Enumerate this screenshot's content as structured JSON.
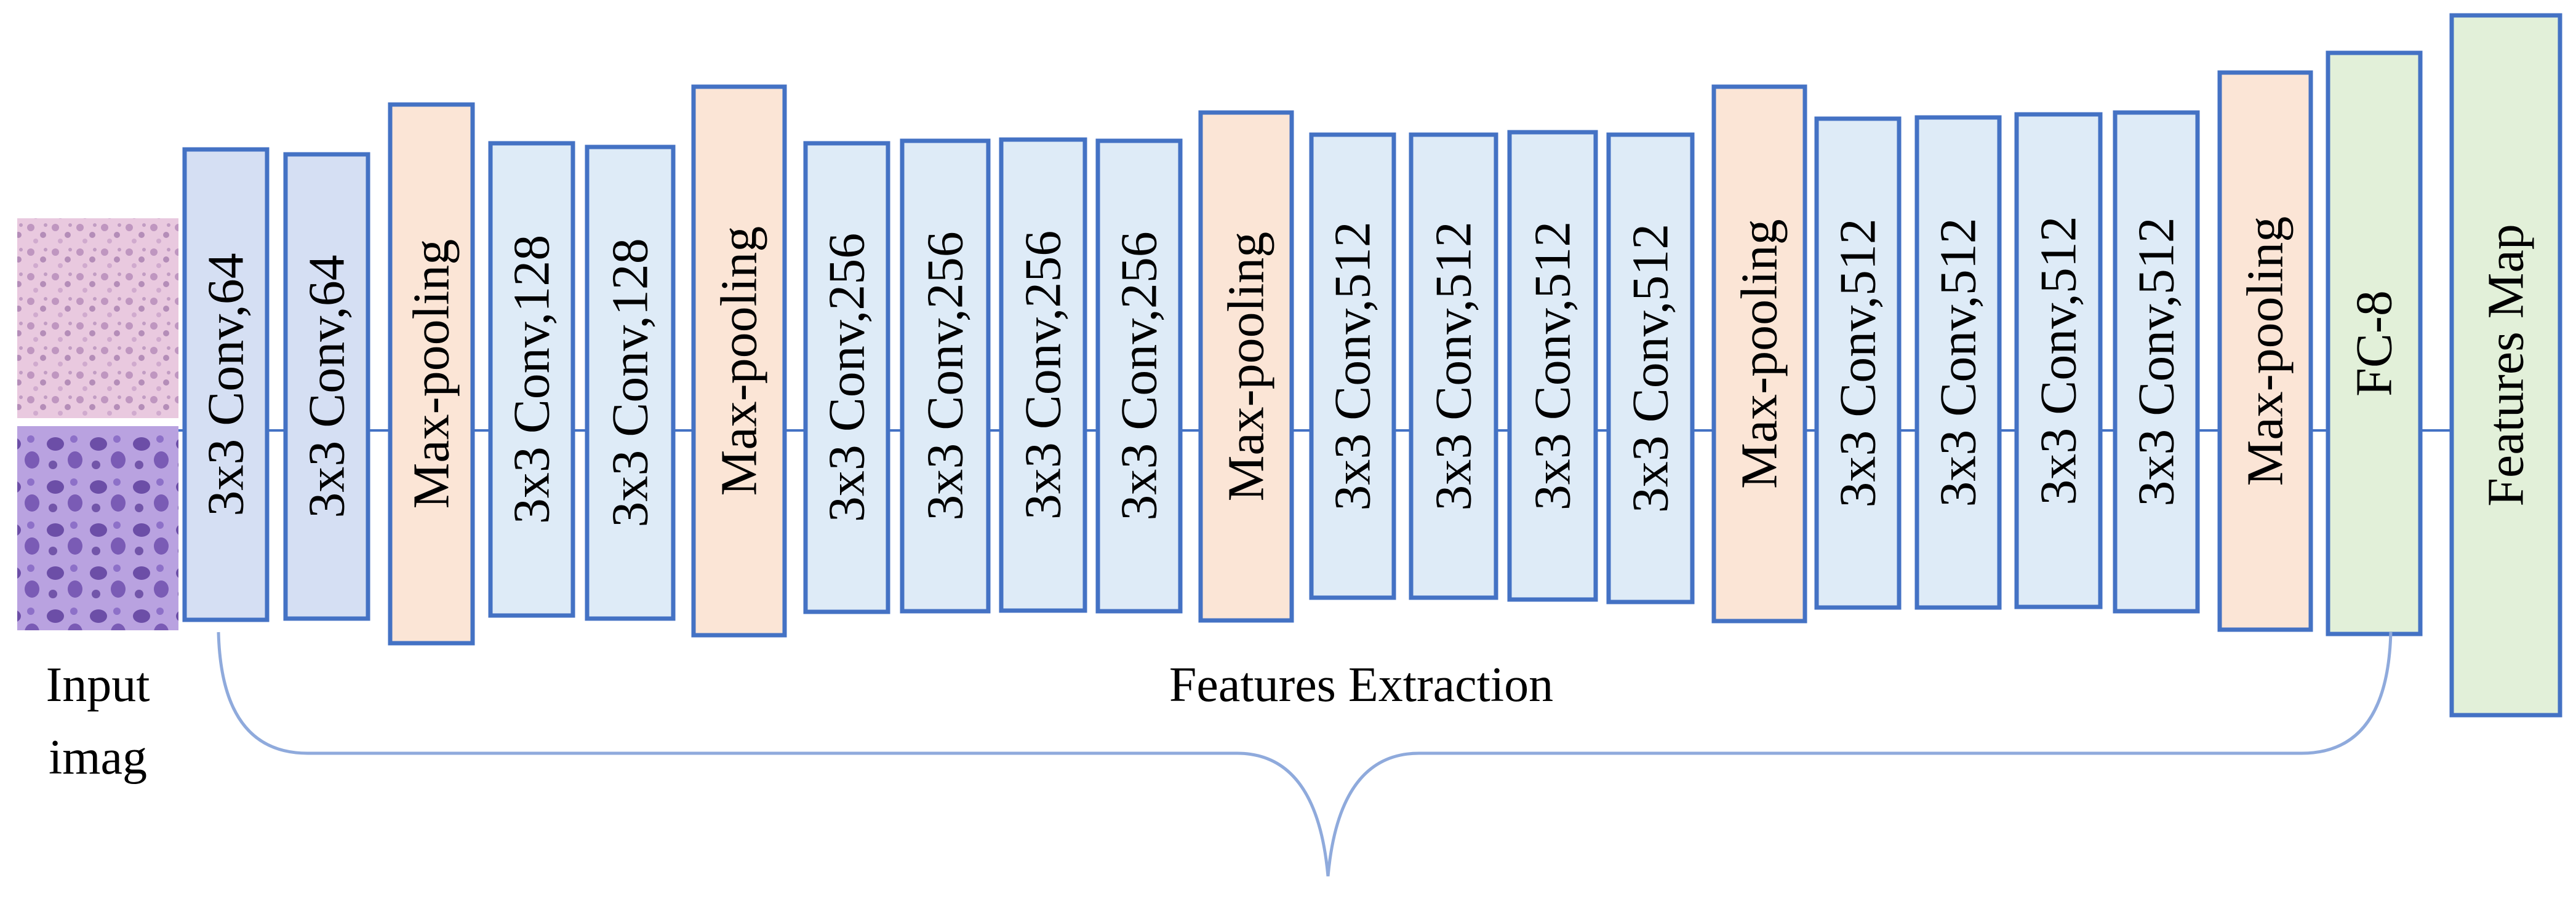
{
  "input": {
    "label_line1": "Input",
    "label_line2": "imag",
    "images": [
      "histology-tissue-image",
      "histology-cell-image"
    ]
  },
  "layers": [
    {
      "label": "3x3 Conv,64",
      "kind": "conv64"
    },
    {
      "label": "3x3 Conv,64",
      "kind": "conv64"
    },
    {
      "label": "Max-pooling",
      "kind": "pool"
    },
    {
      "label": "3x3 Conv,128",
      "kind": "conv"
    },
    {
      "label": "3x3 Conv,128",
      "kind": "conv"
    },
    {
      "label": "Max-pooling",
      "kind": "pool"
    },
    {
      "label": "3x3 Conv,256",
      "kind": "conv"
    },
    {
      "label": "3x3 Conv,256",
      "kind": "conv"
    },
    {
      "label": "3x3 Conv,256",
      "kind": "conv"
    },
    {
      "label": "3x3 Conv,256",
      "kind": "conv"
    },
    {
      "label": "Max-pooling",
      "kind": "pool"
    },
    {
      "label": "3x3 Conv,512",
      "kind": "conv"
    },
    {
      "label": "3x3 Conv,512",
      "kind": "conv"
    },
    {
      "label": "3x3 Conv,512",
      "kind": "conv"
    },
    {
      "label": "3x3 Conv,512",
      "kind": "conv"
    },
    {
      "label": "Max-pooling",
      "kind": "pool"
    },
    {
      "label": "3x3 Conv,512",
      "kind": "conv"
    },
    {
      "label": "3x3 Conv,512",
      "kind": "conv"
    },
    {
      "label": "3x3 Conv,512",
      "kind": "conv"
    },
    {
      "label": "3x3 Conv,512",
      "kind": "conv"
    },
    {
      "label": "Max-pooling",
      "kind": "pool"
    },
    {
      "label": "FC-8",
      "kind": "fc"
    },
    {
      "label": "Features Map",
      "kind": "output"
    }
  ],
  "brace_label": "Features Extraction",
  "colors": {
    "border": "#4472C4",
    "conv64_fill": "#D5DFF3",
    "conv_fill": "#DEEBF7",
    "pool_fill": "#FBE5D6",
    "fc_fill": "#E2F0D9",
    "connector": "#4472C4",
    "brace": "#8FAADC"
  }
}
